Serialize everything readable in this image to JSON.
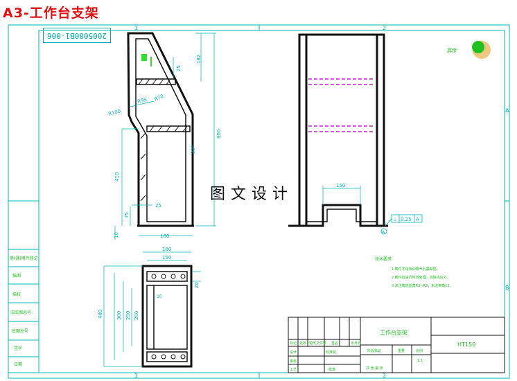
{
  "title": "A3-工作台支架",
  "drawing_code": "2005080B1-006",
  "watermark": "图文设计",
  "zone_labels": {
    "col1": "1",
    "col2": "2",
    "rowA": "A"
  },
  "dimensions": {
    "d182": "182",
    "d25a": "25",
    "r70": "R70",
    "r95": "R95",
    "r100": "R100",
    "d800": "800",
    "d30": "30°",
    "d410": "410",
    "d25b": "25",
    "d75": "75",
    "d10": "10",
    "d180a": "180",
    "d150a": "150",
    "d180b": "180",
    "d150b": "150",
    "d20": "20",
    "d10b": "10",
    "d400": "400",
    "d300": "300",
    "d250": "250",
    "d200": "200"
  },
  "tolerance": {
    "symbol": "⊥",
    "value": "0.25",
    "datum": "A",
    "datum_marker": "A"
  },
  "roughness": {
    "label": "其余"
  },
  "tech_req": {
    "heading": "技术要求",
    "items": [
      "1.铸件不得有砂眼气孔等缺陷。",
      "2.铸件应进行时效处理，消除内应力。",
      "3.未注铸造圆角R3~R5，未注倒角C1。"
    ]
  },
  "title_block": {
    "name": "工作台支架",
    "material": "HT150",
    "weight_label": "重量",
    "scale_label": "比例",
    "scale": "1:1",
    "sheet": "共 张 第 张",
    "rows_left": [
      "标记",
      "设计",
      "审核",
      "工艺"
    ],
    "cols_top": [
      "处数",
      "分区",
      "更改文件号",
      "签名",
      "年月日"
    ],
    "stage_label": "阶段标记",
    "std": "标准化",
    "approve": "批准"
  },
  "side_stamps": [
    "借(通)用件登记",
    "旧底图总号",
    "底图总号",
    "签字",
    "日期",
    "描图",
    "描校"
  ]
}
